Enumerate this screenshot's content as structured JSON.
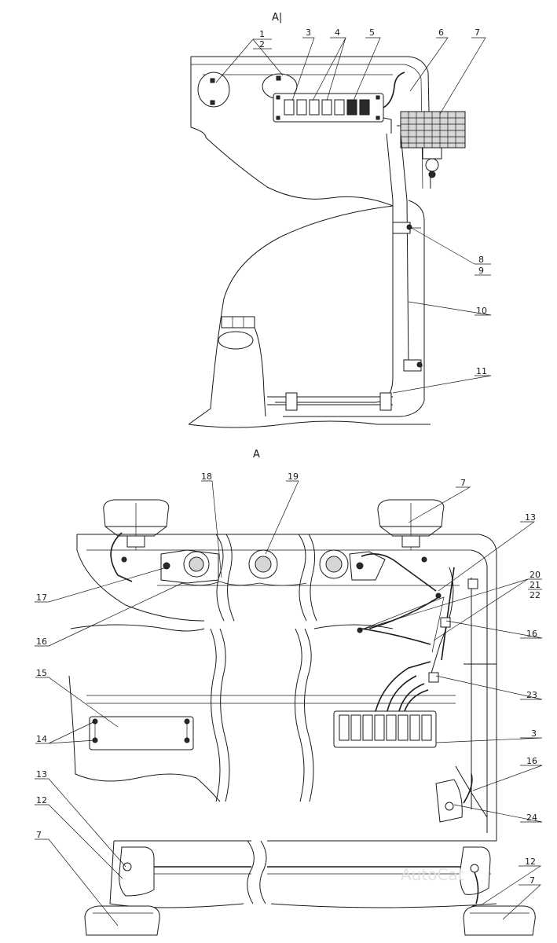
{
  "views": {
    "top": {
      "title": "A|"
    },
    "bottom": {
      "title": "A"
    }
  },
  "callouts": {
    "c1": "1",
    "c2": "2",
    "c3": "3",
    "c4": "4",
    "c5": "5",
    "c6": "6",
    "c7": "7",
    "c8": "8",
    "c9": "9",
    "c10": "10",
    "c11": "11",
    "b18": "18",
    "b19": "19",
    "b7": "7",
    "b13": "13",
    "b20": "20",
    "b21": "21",
    "b22": "22",
    "b17": "17",
    "b16a": "16",
    "b16b": "16",
    "b15": "15",
    "b14": "14",
    "b23": "23",
    "b3": "3",
    "b16c": "16",
    "b24": "24",
    "b13b": "13",
    "b12a": "12",
    "b7a": "7",
    "b12b": "12",
    "b7b": "7"
  },
  "watermark": "AutoCat"
}
